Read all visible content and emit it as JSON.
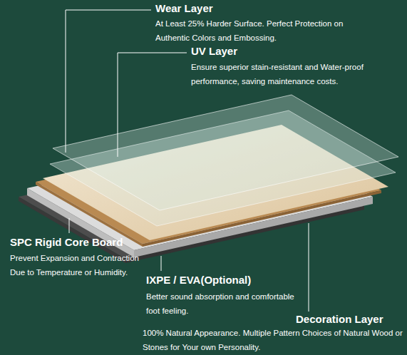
{
  "diagram": {
    "labels": [
      "Wear Layer",
      "At Least 25% Harder Surface. Perfect Protection on Authentic Colors and Embossing.",
      "UV Layer",
      "Ensure superior stain-resistant and Water-proof performance, saving maintenance costs.",
      "SPC Rigid Core Board",
      "Prevent Expansion and Contraction Due to Temperature or Humidity.",
      "IXPE / EVA(Optional)",
      "Better sound absorption and comfortable foot feeling.",
      "Decoration Layer",
      "100% Natural Appearance. Multiple Pattern Choices of Natural Wood or Stones for Your own Personality."
    ]
  }
}
